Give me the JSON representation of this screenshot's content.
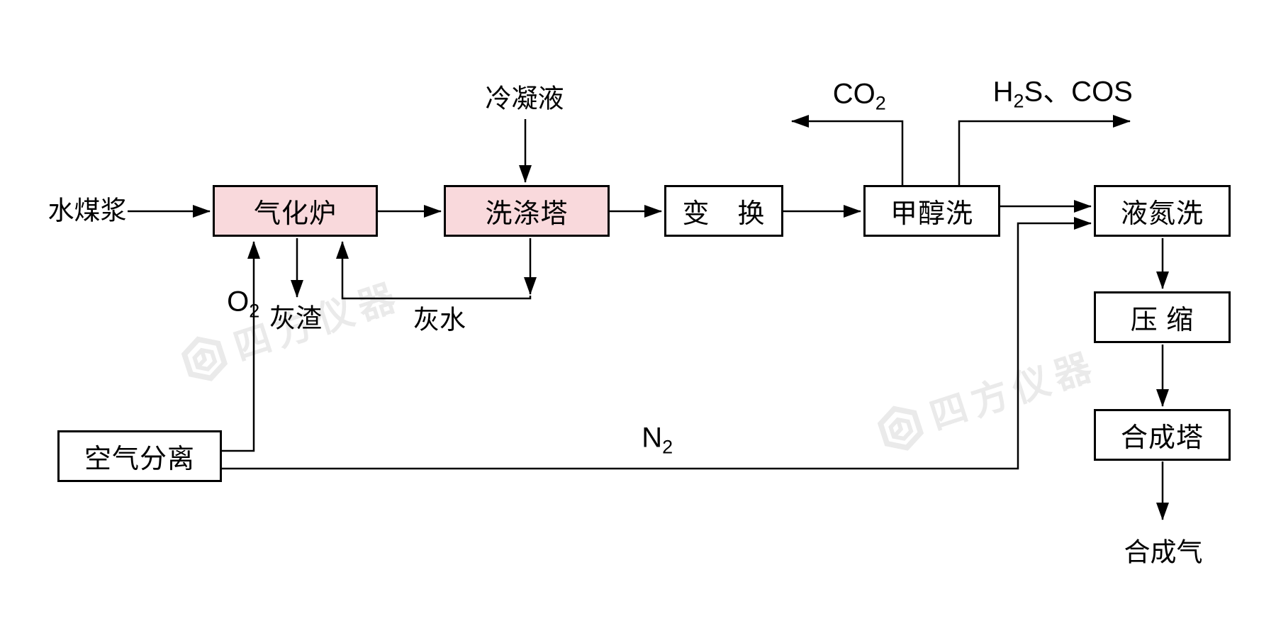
{
  "colors": {
    "highlight_fill": "#f9d9dc",
    "box_border": "#000000",
    "line": "#000000",
    "watermark": "#eaeaea"
  },
  "boxes": {
    "gasifier": {
      "label": "气化炉",
      "highlighted": true
    },
    "washer": {
      "label": "洗涤塔",
      "highlighted": true
    },
    "shift": {
      "label": "变　换",
      "highlighted": false
    },
    "methanol_wash": {
      "label": "甲醇洗",
      "highlighted": false
    },
    "nitrogen_wash": {
      "label": "液氮洗",
      "highlighted": false
    },
    "compression": {
      "label": "压 缩",
      "highlighted": false
    },
    "synthesis": {
      "label": "合成塔",
      "highlighted": false
    },
    "air_separation": {
      "label": "空气分离",
      "highlighted": false
    }
  },
  "labels": {
    "feed": "水煤浆",
    "condensate": "冷凝液",
    "ash_residue": "灰渣",
    "grey_water": "灰水",
    "syngas": "合成气",
    "o2": {
      "base": "O",
      "sub": "2"
    },
    "n2": {
      "base": "N",
      "sub": "2"
    },
    "co2": {
      "base": "CO",
      "sub": "2"
    },
    "h2s_cos": {
      "p1": "H",
      "sub": "2",
      "p2": "S、COS"
    }
  },
  "edges": [
    {
      "from": "水煤浆",
      "to": "气化炉"
    },
    {
      "from": "气化炉",
      "to": "洗涤塔"
    },
    {
      "from": "洗涤塔",
      "to": "变换"
    },
    {
      "from": "变换",
      "to": "甲醇洗"
    },
    {
      "from": "甲醇洗",
      "to": "液氮洗"
    },
    {
      "from": "液氮洗",
      "to": "压缩"
    },
    {
      "from": "压缩",
      "to": "合成塔"
    },
    {
      "from": "合成塔",
      "to": "合成气"
    },
    {
      "from": "冷凝液",
      "to": "洗涤塔"
    },
    {
      "from": "空气分离",
      "to": "气化炉",
      "label": "O2"
    },
    {
      "from": "空气分离",
      "to": "液氮洗",
      "label": "N2"
    },
    {
      "from": "气化炉",
      "to": "灰渣"
    },
    {
      "from": "洗涤塔",
      "to": "气化炉",
      "label": "灰水"
    },
    {
      "from": "甲醇洗",
      "to": "CO2"
    },
    {
      "from": "甲醇洗",
      "to": "H2S、COS"
    }
  ],
  "watermark": {
    "text": "四方仪器"
  }
}
